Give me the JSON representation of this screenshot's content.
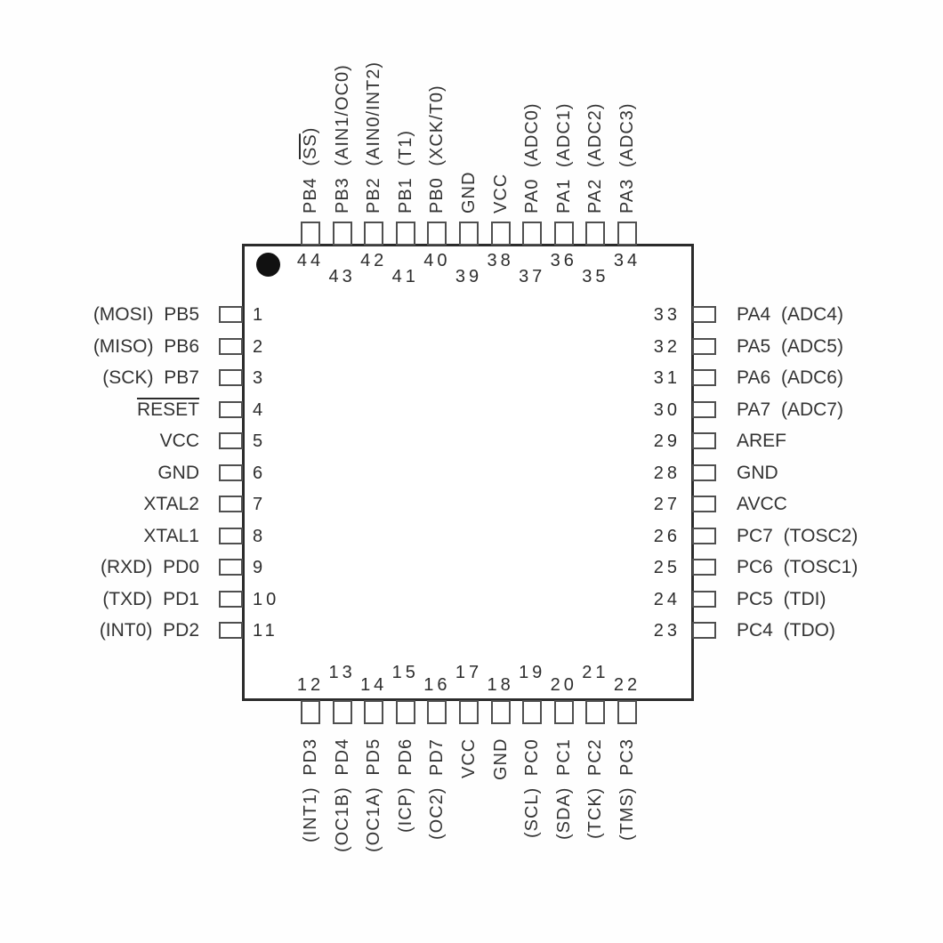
{
  "diagram": {
    "kind": "ic-pinout",
    "pin1_indicator": "filled-dot",
    "colors": {
      "background": "#ffffff",
      "ink": "#333333",
      "body_border": "#2b2b2b",
      "pad_border": "#4f4f4f",
      "pin1_dot": "#111111"
    }
  },
  "pins": {
    "top": [
      {
        "number": "44",
        "segments": [
          {
            "t": "PB4 ("
          },
          {
            "t": "SS",
            "bar": true
          },
          {
            "t": ")"
          }
        ]
      },
      {
        "number": "43",
        "segments": [
          {
            "t": "PB3 (AIN1/OC0)"
          }
        ]
      },
      {
        "number": "42",
        "segments": [
          {
            "t": "PB2 (AIN0/INT2)"
          }
        ]
      },
      {
        "number": "41",
        "segments": [
          {
            "t": "PB1 (T1)"
          }
        ]
      },
      {
        "number": "40",
        "segments": [
          {
            "t": "PB0 (XCK/T0)"
          }
        ]
      },
      {
        "number": "39",
        "segments": [
          {
            "t": "GND"
          }
        ]
      },
      {
        "number": "38",
        "segments": [
          {
            "t": "VCC"
          }
        ]
      },
      {
        "number": "37",
        "segments": [
          {
            "t": "PA0 (ADC0)"
          }
        ]
      },
      {
        "number": "36",
        "segments": [
          {
            "t": "PA1 (ADC1)"
          }
        ]
      },
      {
        "number": "35",
        "segments": [
          {
            "t": "PA2 (ADC2)"
          }
        ]
      },
      {
        "number": "34",
        "segments": [
          {
            "t": "PA3 (ADC3)"
          }
        ]
      }
    ],
    "left": [
      {
        "number": "1",
        "segments": [
          {
            "t": "(MOSI) PB5"
          }
        ]
      },
      {
        "number": "2",
        "segments": [
          {
            "t": "(MISO) PB6"
          }
        ]
      },
      {
        "number": "3",
        "segments": [
          {
            "t": "(SCK) PB7"
          }
        ]
      },
      {
        "number": "4",
        "segments": [
          {
            "t": "RESET",
            "bar": true
          }
        ]
      },
      {
        "number": "5",
        "segments": [
          {
            "t": "VCC"
          }
        ]
      },
      {
        "number": "6",
        "segments": [
          {
            "t": "GND"
          }
        ]
      },
      {
        "number": "7",
        "segments": [
          {
            "t": "XTAL2"
          }
        ]
      },
      {
        "number": "8",
        "segments": [
          {
            "t": "XTAL1"
          }
        ]
      },
      {
        "number": "9",
        "segments": [
          {
            "t": "(RXD) PD0"
          }
        ]
      },
      {
        "number": "10",
        "segments": [
          {
            "t": "(TXD) PD1"
          }
        ]
      },
      {
        "number": "11",
        "segments": [
          {
            "t": "(INT0) PD2"
          }
        ]
      }
    ],
    "right": [
      {
        "number": "33",
        "segments": [
          {
            "t": "PA4 (ADC4)"
          }
        ]
      },
      {
        "number": "32",
        "segments": [
          {
            "t": "PA5 (ADC5)"
          }
        ]
      },
      {
        "number": "31",
        "segments": [
          {
            "t": "PA6 (ADC6)"
          }
        ]
      },
      {
        "number": "30",
        "segments": [
          {
            "t": "PA7 (ADC7)"
          }
        ]
      },
      {
        "number": "29",
        "segments": [
          {
            "t": "AREF"
          }
        ]
      },
      {
        "number": "28",
        "segments": [
          {
            "t": "GND"
          }
        ]
      },
      {
        "number": "27",
        "segments": [
          {
            "t": "AVCC"
          }
        ]
      },
      {
        "number": "26",
        "segments": [
          {
            "t": "PC7 (TOSC2)"
          }
        ]
      },
      {
        "number": "25",
        "segments": [
          {
            "t": "PC6 (TOSC1)"
          }
        ]
      },
      {
        "number": "24",
        "segments": [
          {
            "t": "PC5 (TDI)"
          }
        ]
      },
      {
        "number": "23",
        "segments": [
          {
            "t": "PC4 (TDO)"
          }
        ]
      }
    ],
    "bottom": [
      {
        "number": "12",
        "segments": [
          {
            "t": "(INT1) PD3"
          }
        ]
      },
      {
        "number": "13",
        "segments": [
          {
            "t": "(OC1B) PD4"
          }
        ]
      },
      {
        "number": "14",
        "segments": [
          {
            "t": "(OC1A) PD5"
          }
        ]
      },
      {
        "number": "15",
        "segments": [
          {
            "t": "(ICP) PD6"
          }
        ]
      },
      {
        "number": "16",
        "segments": [
          {
            "t": "(OC2) PD7"
          }
        ]
      },
      {
        "number": "17",
        "segments": [
          {
            "t": "VCC"
          }
        ]
      },
      {
        "number": "18",
        "segments": [
          {
            "t": "GND"
          }
        ]
      },
      {
        "number": "19",
        "segments": [
          {
            "t": "(SCL) PC0"
          }
        ]
      },
      {
        "number": "20",
        "segments": [
          {
            "t": "(SDA) PC1"
          }
        ]
      },
      {
        "number": "21",
        "segments": [
          {
            "t": "(TCK) PC2"
          }
        ]
      },
      {
        "number": "22",
        "segments": [
          {
            "t": "(TMS) PC3"
          }
        ]
      }
    ]
  }
}
